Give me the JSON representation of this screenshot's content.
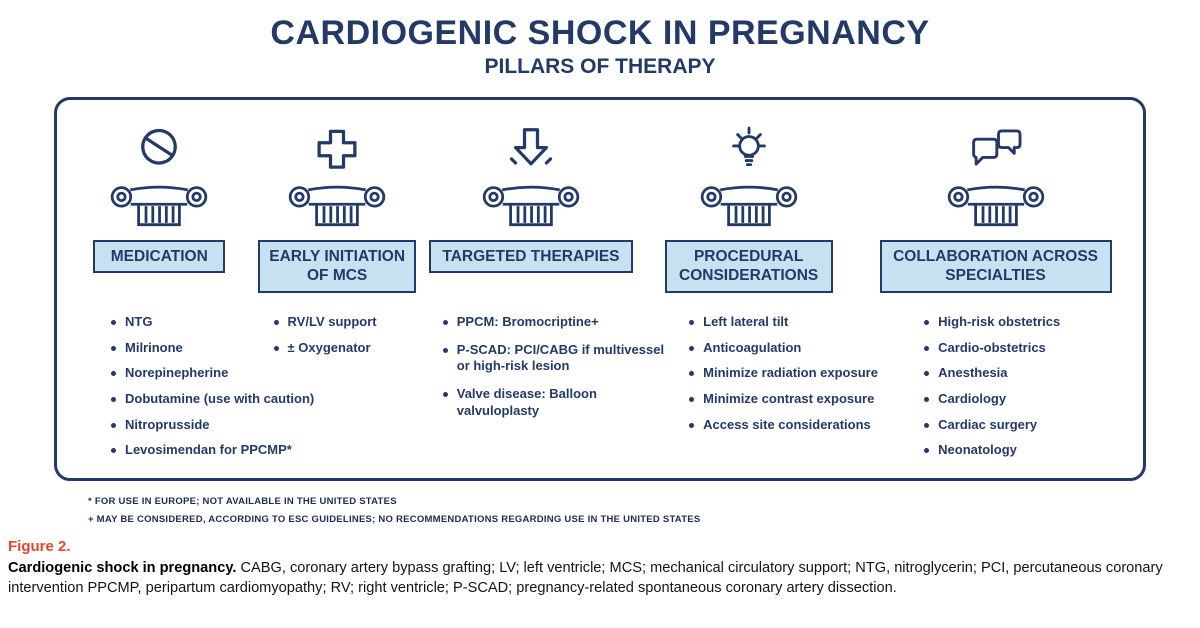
{
  "title": "CARDIOGENIC SHOCK IN PREGNANCY",
  "subtitle": "PILLARS OF THERAPY",
  "colors": {
    "navy": "#233A69",
    "header_fill_light_blue": "#C6E2F1",
    "figure_label_red": "#E8432B",
    "background": "#FFFFFF"
  },
  "pillars": [
    {
      "icon": "medication-pill-icon",
      "header": "MEDICATION",
      "items": [
        "NTG",
        "Milrinone",
        "Norepinepherine",
        "Dobutamine (use with caution)",
        "Nitroprusside",
        "Levosimendan for PPCMP*"
      ]
    },
    {
      "icon": "medical-cross-icon",
      "header": "EARLY INITIATION OF MCS",
      "items": [
        "RV/LV support",
        "± Oxygenator"
      ]
    },
    {
      "icon": "down-arrow-icon",
      "header": "TARGETED THERAPIES",
      "items": [
        "PPCM: Bromocriptine+",
        "P-SCAD: PCI/CABG if multivessel or high-risk lesion",
        "Valve disease: Balloon valvuloplasty"
      ]
    },
    {
      "icon": "lightbulb-icon",
      "header": "PROCEDURAL CONSIDERATIONS",
      "items": [
        "Left lateral tilt",
        "Anticoagulation",
        "Minimize radiation exposure",
        "Minimize contrast exposure",
        "Access site considerations"
      ]
    },
    {
      "icon": "speech-bubbles-icon",
      "header": "COLLABORATION ACROSS SPECIALTIES",
      "items": [
        "High-risk obstetrics",
        "Cardio-obstetrics",
        "Anesthesia",
        "Cardiology",
        "Cardiac surgery",
        "Neonatology"
      ]
    }
  ],
  "column_icon": "ionic-column-capital-icon",
  "footnotes": [
    "* FOR USE IN EUROPE; NOT AVAILABLE IN THE UNITED STATES",
    "+ MAY BE CONSIDERED, ACCORDING TO ESC GUIDELINES; NO RECOMMENDATIONS REGARDING USE IN THE UNITED STATES"
  ],
  "caption": {
    "figure_label": "Figure 2.",
    "bold_lead": "Cardiogenic shock in pregnancy.",
    "text": "CABG, coronary artery bypass grafting; LV; left ventricle; MCS; mechanical circulatory support; NTG, nitroglycerin; PCI, percutaneous coronary intervention PPCMP, peripartum cardiomyopathy; RV; right ventricle; P-SCAD; pregnancy-related spontaneous coronary artery dissection."
  }
}
